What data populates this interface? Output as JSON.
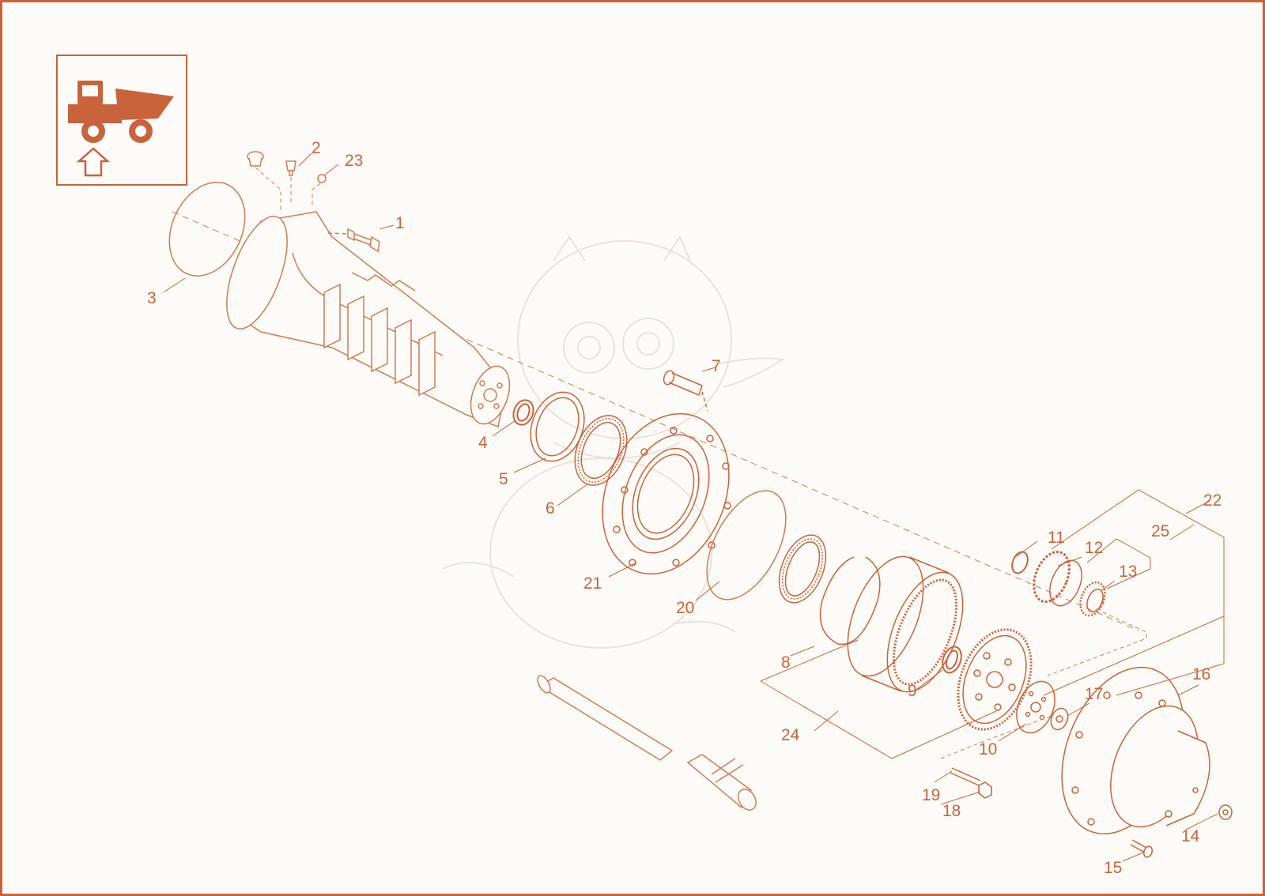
{
  "colors": {
    "accent": "#c8633c",
    "line": "#d07a56",
    "faint": "#e9d8cf",
    "paper": "#fdfbf8"
  },
  "icon": {
    "name": "dump-truck-icon",
    "arrow": "up-arrow-icon"
  },
  "callouts": [
    {
      "id": "c1",
      "text": "1"
    },
    {
      "id": "c2",
      "text": "2"
    },
    {
      "id": "c3",
      "text": "3"
    },
    {
      "id": "c4",
      "text": "4"
    },
    {
      "id": "c5",
      "text": "5"
    },
    {
      "id": "c6",
      "text": "6"
    },
    {
      "id": "c7",
      "text": "7"
    },
    {
      "id": "c8",
      "text": "8"
    },
    {
      "id": "c9",
      "text": "9"
    },
    {
      "id": "c10",
      "text": "10"
    },
    {
      "id": "c11",
      "text": "11"
    },
    {
      "id": "c12",
      "text": "12"
    },
    {
      "id": "c13",
      "text": "13"
    },
    {
      "id": "c14",
      "text": "14"
    },
    {
      "id": "c15",
      "text": "15"
    },
    {
      "id": "c16",
      "text": "16"
    },
    {
      "id": "c17",
      "text": "17"
    },
    {
      "id": "c18",
      "text": "18"
    },
    {
      "id": "c19",
      "text": "19"
    },
    {
      "id": "c20",
      "text": "20"
    },
    {
      "id": "c21",
      "text": "21"
    },
    {
      "id": "c22",
      "text": "22"
    },
    {
      "id": "c23",
      "text": "23"
    },
    {
      "id": "c24",
      "text": "24"
    },
    {
      "id": "c25",
      "text": "25"
    }
  ]
}
